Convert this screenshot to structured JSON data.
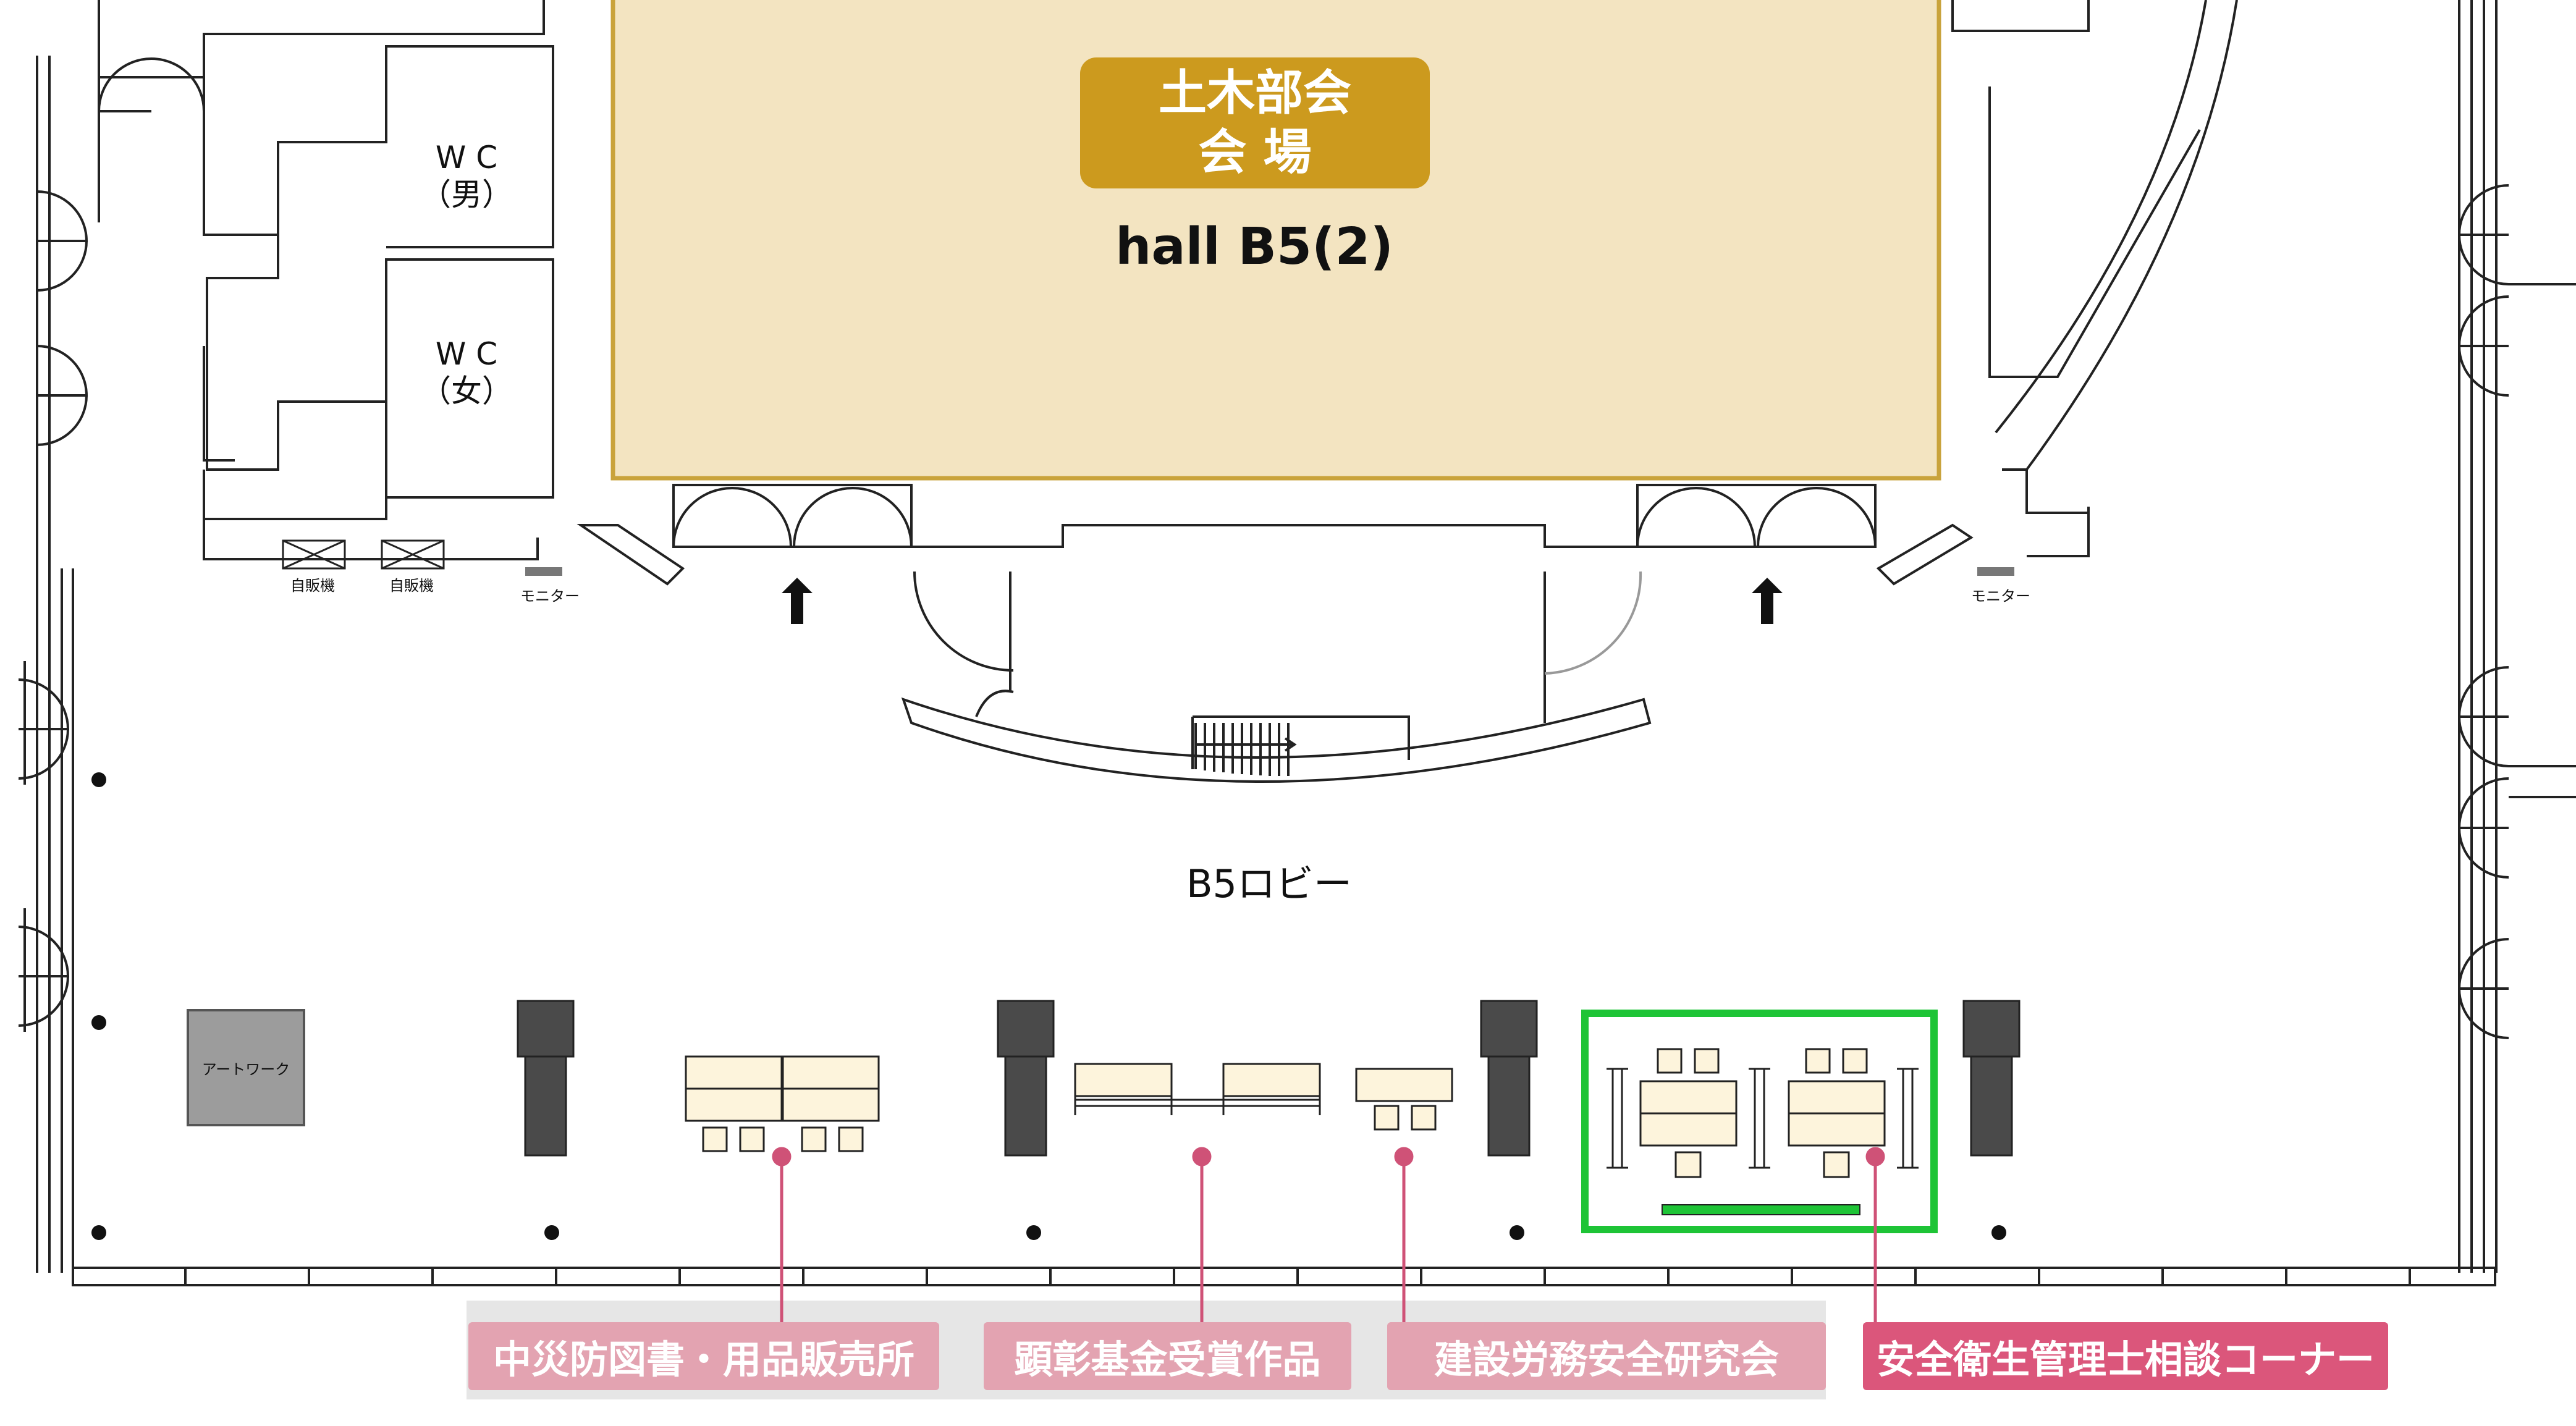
{
  "hall": {
    "badge_line1": "土木部会",
    "badge_line2": "会 場",
    "name": "hall B5(2)"
  },
  "restrooms": [
    {
      "line1": "W C",
      "line2": "（男）"
    },
    {
      "line1": "W C",
      "line2": "（女）"
    }
  ],
  "vending_labels": [
    "自販機",
    "自販機"
  ],
  "monitor_labels": [
    "モニター",
    "モニター"
  ],
  "lobby_label": "B5ロビー",
  "artwork_label": "アートワーク",
  "booths": [
    {
      "label": "中災防図書・用品販売所",
      "highlighted": false
    },
    {
      "label": "顕彰基金受賞作品",
      "highlighted": false
    },
    {
      "label": "建設労務安全研究会",
      "highlighted": false
    },
    {
      "label": "安全衛生管理士相談コーナー",
      "highlighted": true
    }
  ],
  "colors": {
    "hall_fill": "#f3e4c1",
    "hall_border": "#c9a33c",
    "badge": "#cc9a1e",
    "highlight_frame": "#1ec436",
    "leader_line": "#cf5277",
    "label_active": "#db567b",
    "label_dim": "#e3a3b1",
    "label_backdrop": "#e6e6e6",
    "table_fill": "#fdf4dc",
    "pillar": "#4a4a4a"
  }
}
